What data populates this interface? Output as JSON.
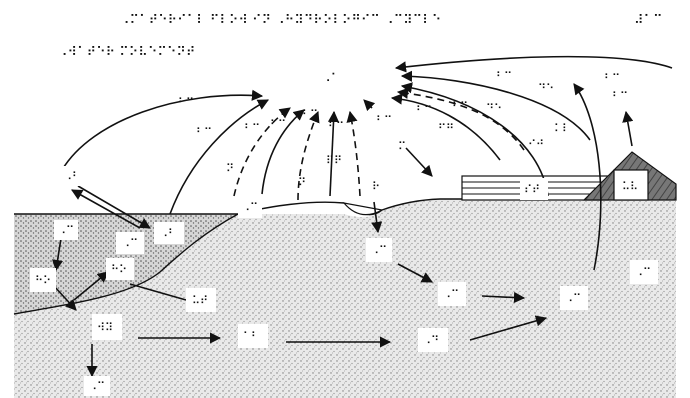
{
  "header": {
    "title_braille": "⠠⠍⠁⠞⠑⠗⠊⠁⠇ ⠋⠇⠕⠺ ⠊⠝ ⠠⠓⠽⠙⠗⠕⠇⠕⠛⠊⠉ ⠠⠉⠽⠉⠇⠑",
    "subtitle_braille": "⠠⠺⠁⠞⠑⠗ ⠍⠕⠧⠑⠍⠑⠝⠞",
    "page_number_braille": "⠼⠁⠉"
  },
  "diagram": {
    "labels": [
      {
        "id": "atmosphere",
        "text": "⠠⠁"
      },
      {
        "id": "evap-1",
        "text": "⠃⠉"
      },
      {
        "id": "evap-2",
        "text": "⠃⠉"
      },
      {
        "id": "evap-3",
        "text": "⠃⠉"
      },
      {
        "id": "evap-4",
        "text": "⠃⠉"
      },
      {
        "id": "evap-5",
        "text": "⠃⠉"
      },
      {
        "id": "evap-6",
        "text": "⠃⠉"
      },
      {
        "id": "evap-7",
        "text": "⠃⠉"
      },
      {
        "id": "evap-8",
        "text": "⠃⠉"
      },
      {
        "id": "evap-9",
        "text": "⠃⠉"
      },
      {
        "id": "evap-10",
        "text": "⠃⠉"
      },
      {
        "id": "evap-11",
        "text": "⠃⠉"
      },
      {
        "id": "evap-12",
        "text": "⠃⠉"
      },
      {
        "id": "precip-1",
        "text": "⠙⠑"
      },
      {
        "id": "precip-2",
        "text": "⠙⠑"
      },
      {
        "id": "precip-3",
        "text": "⠋⠛"
      },
      {
        "id": "mountain-cloud",
        "text": "⠊⠚"
      },
      {
        "id": "snow",
        "text": "⠅⠇"
      },
      {
        "id": "vegetation",
        "text": "⠍"
      },
      {
        "id": "infiltration-a",
        "text": "⠝"
      },
      {
        "id": "infiltration-b",
        "text": "⠝"
      },
      {
        "id": "runoff",
        "text": "⠏⠟"
      },
      {
        "id": "lake-label",
        "text": "⠗"
      },
      {
        "id": "building-label",
        "text": "⠎⠞"
      },
      {
        "id": "house-label",
        "text": "⠥⠧"
      },
      {
        "id": "soil-1",
        "text": "⠠⠃"
      },
      {
        "id": "soil-2",
        "text": "⠠⠃"
      },
      {
        "id": "aquifer-1",
        "text": "⠠⠉"
      },
      {
        "id": "aquifer-2",
        "text": "⠠⠉"
      },
      {
        "id": "aquifer-3",
        "text": "⠠⠉"
      },
      {
        "id": "aquifer-4",
        "text": "⠠⠉"
      },
      {
        "id": "aquifer-5",
        "text": "⠠⠉"
      },
      {
        "id": "aquifer-6",
        "text": "⠠⠉"
      },
      {
        "id": "cap-rock-1",
        "text": "⠓⠕"
      },
      {
        "id": "cap-rock-2",
        "text": "⠓⠕"
      },
      {
        "id": "deep-1",
        "text": "⠥⠞"
      },
      {
        "id": "deep-2",
        "text": "⠺⠽"
      },
      {
        "id": "bottom",
        "text": "⠠⠉"
      },
      {
        "id": "well",
        "text": "⠁⠃"
      },
      {
        "id": "spring",
        "text": "⠠⠙"
      }
    ]
  },
  "colors": {
    "background": "#ffffff",
    "ink": "#111111",
    "stipple_light": "#dcdcdc",
    "stipple_dense": "#c4c4c4",
    "roof_dark": "#5a5a5a"
  }
}
